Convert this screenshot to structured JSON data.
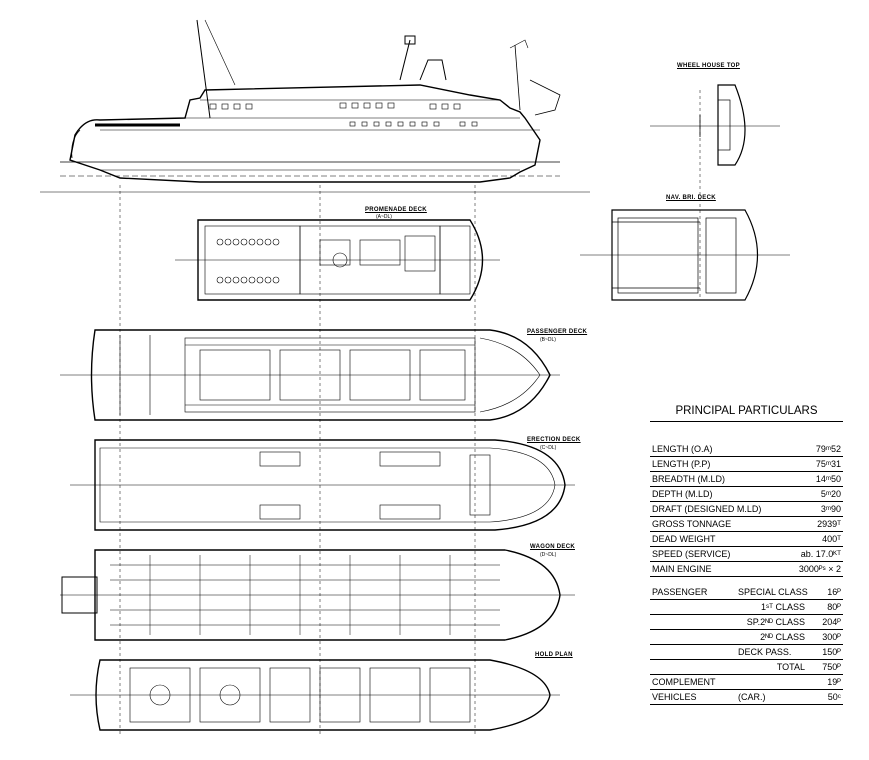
{
  "labels": {
    "wheel_house_top": "WHEEL HOUSE TOP",
    "nav_bri_deck": "NAV. BRI. DECK",
    "promenade_deck": "PROMENADE DECK",
    "promenade_sub": "(A~DL)",
    "passenger_deck": "PASSENGER DECK",
    "passenger_sub": "(B~DL)",
    "erection_deck": "ERECTION DECK",
    "erection_sub": "(C~DL)",
    "wagon_deck": "WAGON DECK",
    "wagon_sub": "(D~DL)",
    "hold_plan": "HOLD PLAN"
  },
  "particulars": {
    "title": "PRINCIPAL PARTICULARS",
    "rows": [
      {
        "key": "LENGTH (O.A)",
        "value": "79ᵐ52"
      },
      {
        "key": "LENGTH (P.P)",
        "value": "75ᵐ31"
      },
      {
        "key": "BREADTH (M.LD)",
        "value": "14ᵐ50"
      },
      {
        "key": "DEPTH (M.LD)",
        "value": "5ᵐ20"
      },
      {
        "key": "DRAFT (DESIGNED M.LD)",
        "value": "3ᵐ90"
      },
      {
        "key": "GROSS TONNAGE",
        "value": "2939ᵀ"
      },
      {
        "key": "DEAD WEIGHT",
        "value": "400ᵀ"
      },
      {
        "key": "SPEED (SERVICE)",
        "value": "ab. 17.0ᴷᵀ"
      },
      {
        "key": "MAIN ENGINE",
        "value": "3000ᴾˢ × 2"
      }
    ],
    "passenger": {
      "label": "PASSENGER",
      "classes": [
        {
          "name": "SPECIAL CLASS",
          "value": "16ᴾ"
        },
        {
          "name": "1ˢᵀ CLASS",
          "value": "80ᴾ"
        },
        {
          "name": "SP.2ᴺᴰ CLASS",
          "value": "204ᴾ"
        },
        {
          "name": "2ᴺᴰ CLASS",
          "value": "300ᴾ"
        },
        {
          "name": "DECK PASS.",
          "value": "150ᴾ"
        },
        {
          "name": "TOTAL",
          "value": "750ᴾ"
        }
      ]
    },
    "complement": {
      "key": "COMPLEMENT",
      "value": "19ᴾ"
    },
    "vehicles": {
      "key": "VEHICLES",
      "sub": "(CAR.)",
      "value": "50ᶜ"
    }
  }
}
